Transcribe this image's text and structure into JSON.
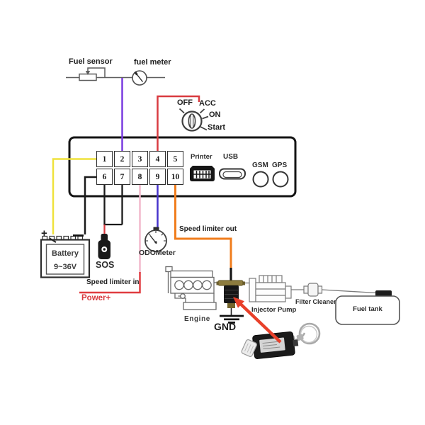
{
  "diagram": {
    "fuel_sensor_label": "Fuel sensor",
    "fuel_meter_label": "fuel meter",
    "ignition_switch": {
      "off": "OFF",
      "acc": "ACC",
      "on": "ON",
      "start": "Start"
    },
    "device": {
      "printer_label": "Printer",
      "usb_label": "USB",
      "gsm_label": "GSM",
      "gps_label": "GPS",
      "connector_pins": [
        "1",
        "2",
        "3",
        "4",
        "5",
        "6",
        "7",
        "8",
        "9",
        "10"
      ]
    },
    "battery": {
      "name": "Battery",
      "voltage": "9~36V",
      "plus": "+"
    },
    "sos_label": "SOS",
    "odometer_label": "ODOMeter",
    "wire_labels": {
      "speed_limiter_in": "Speed limiter in",
      "power_plus": "Power+",
      "speed_limiter_out": "Speed limiter out"
    },
    "engine_label": "Engine",
    "gnd_label": "GND",
    "injector_pump_label": "Injector Pump",
    "filter_cleaner_label": "Filter Cleaner",
    "fuel_tank_label": "Fuel tank",
    "wire_colors": {
      "battery_positive": "#efe23c",
      "battery_negative": "#1a1a1a",
      "fuel_sensor_signal": "#7a3bdf",
      "acc_ignition": "#d93b40",
      "sos_cable": "#d93b40",
      "speed_limiter_in": "#f2b9cc",
      "power_plus": "#e03c40",
      "odometer_signal": "#4633cc",
      "speed_limiter_out": "#f07d1d"
    }
  }
}
